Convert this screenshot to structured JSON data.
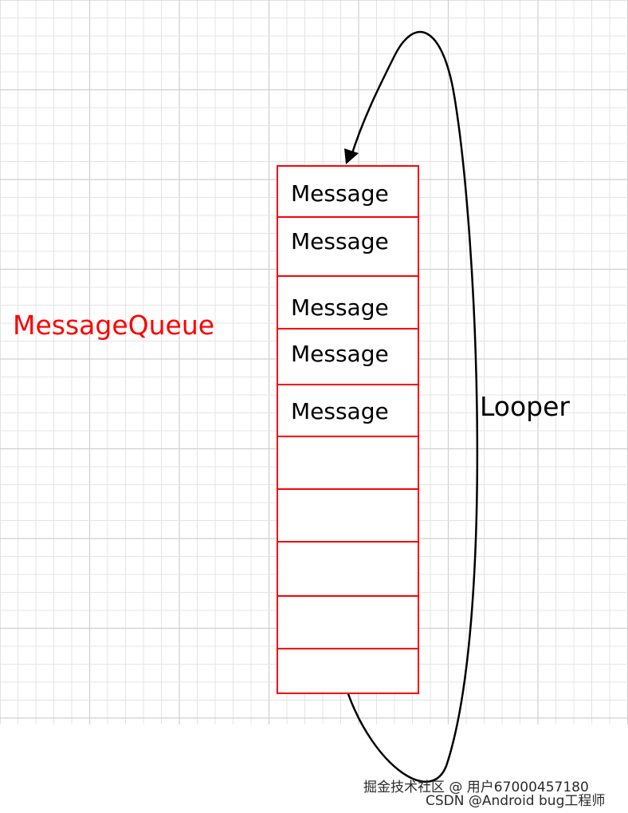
{
  "diagram": {
    "queue_label": "MessageQueue",
    "looper_label": "Looper",
    "queue_color": "#ff0000",
    "arrow_color": "#000000",
    "cells": [
      {
        "label": "Message"
      },
      {
        "label": "Message"
      },
      {
        "label": "Message"
      },
      {
        "label": "Message"
      },
      {
        "label": "Message"
      },
      {
        "label": ""
      },
      {
        "label": ""
      },
      {
        "label": ""
      },
      {
        "label": ""
      },
      {
        "label": ""
      }
    ]
  },
  "watermark": {
    "line1": "掘金技术社区 @ 用户67000457180",
    "line2": "CSDN @Android bug工程师"
  }
}
